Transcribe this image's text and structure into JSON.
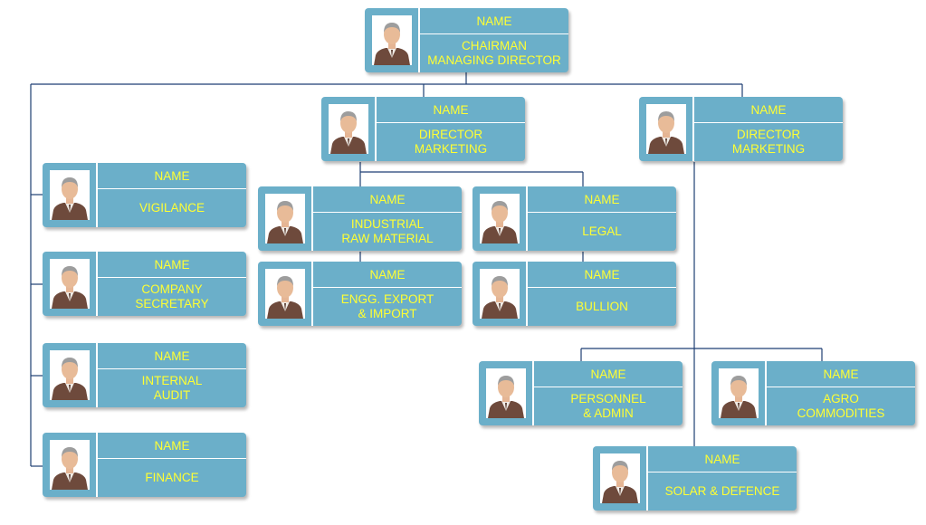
{
  "colors": {
    "card": "#6bafc9",
    "text": "#ffff33",
    "connector": "#1f3f73"
  },
  "icon": "person-avatar-icon",
  "cards": {
    "chairman": {
      "name": "NAME",
      "title": "CHAIRMAN\nMANAGING DIRECTOR"
    },
    "dir_mkt_1": {
      "name": "NAME",
      "title": "DIRECTOR\nMARKETING"
    },
    "dir_mkt_2": {
      "name": "NAME",
      "title": "DIRECTOR\nMARKETING"
    },
    "vigilance": {
      "name": "NAME",
      "title": "VIGILANCE"
    },
    "company_secretary": {
      "name": "NAME",
      "title": "COMPANY\nSECRETARY"
    },
    "internal_audit": {
      "name": "NAME",
      "title": "INTERNAL\nAUDIT"
    },
    "finance": {
      "name": "NAME",
      "title": "FINANCE"
    },
    "industrial_raw_material": {
      "name": "NAME",
      "title": "INDUSTRIAL\nRAW MATERIAL"
    },
    "legal": {
      "name": "NAME",
      "title": "LEGAL"
    },
    "engg_export_import": {
      "name": "NAME",
      "title": "ENGG. EXPORT\n& IMPORT"
    },
    "bullion": {
      "name": "NAME",
      "title": "BULLION"
    },
    "personnel_admin": {
      "name": "NAME",
      "title": "PERSONNEL\n& ADMIN"
    },
    "agro_commodities": {
      "name": "NAME",
      "title": "AGRO\nCOMMODITIES"
    },
    "solar_defence": {
      "name": "NAME",
      "title": "SOLAR & DEFENCE"
    }
  }
}
